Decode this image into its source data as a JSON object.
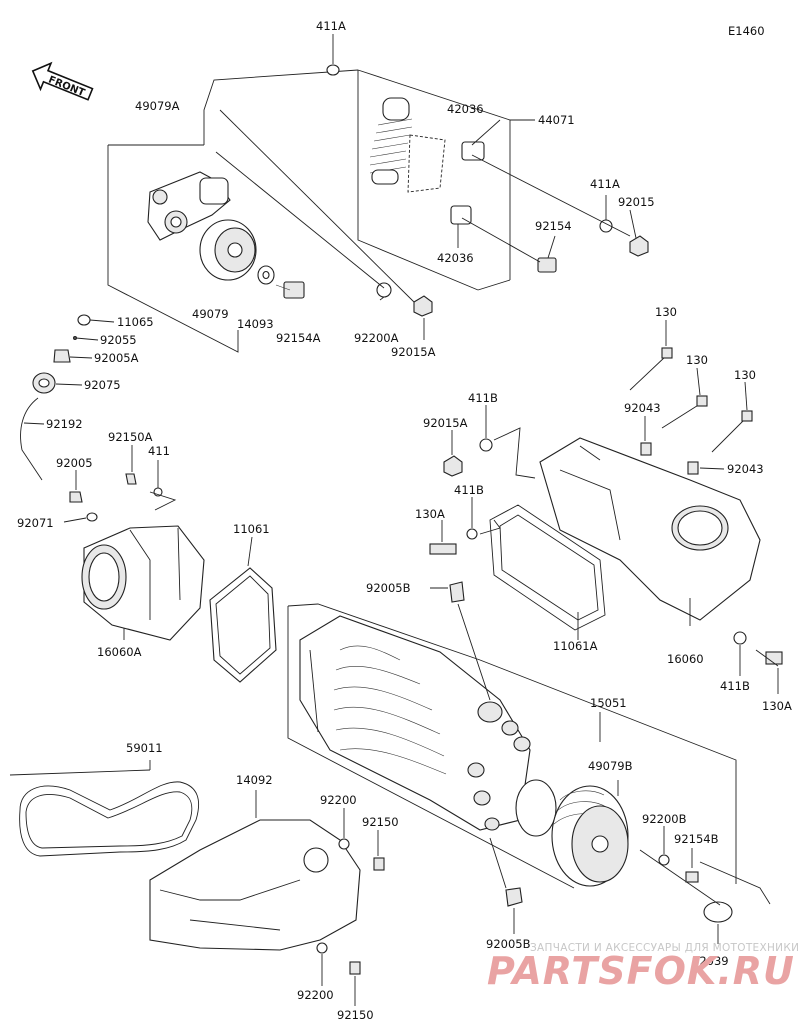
{
  "diagram_code": "E1460",
  "front_label": "FRONT",
  "watermark": {
    "tagline": "ЗАПЧАСТИ И АКСЕССУАРЫ ДЛЯ МОТОТЕХНИКИ",
    "brand": "PARTSFOK.RU"
  },
  "part_labels": [
    {
      "id": "p1",
      "text": "411A"
    },
    {
      "id": "p2",
      "text": "49079A"
    },
    {
      "id": "p3",
      "text": "42036"
    },
    {
      "id": "p4",
      "text": "44071"
    },
    {
      "id": "p5",
      "text": "411A"
    },
    {
      "id": "p6",
      "text": "92015"
    },
    {
      "id": "p7",
      "text": "92154"
    },
    {
      "id": "p8",
      "text": "42036"
    },
    {
      "id": "p9",
      "text": "49079"
    },
    {
      "id": "p10",
      "text": "14093"
    },
    {
      "id": "p11",
      "text": "92154A"
    },
    {
      "id": "p12",
      "text": "92200A"
    },
    {
      "id": "p13",
      "text": "92015A"
    },
    {
      "id": "p14",
      "text": "11065"
    },
    {
      "id": "p15",
      "text": "92055"
    },
    {
      "id": "p16",
      "text": "92005A"
    },
    {
      "id": "p17",
      "text": "92075"
    },
    {
      "id": "p18",
      "text": "92192"
    },
    {
      "id": "p19",
      "text": "92150A"
    },
    {
      "id": "p20",
      "text": "411"
    },
    {
      "id": "p21",
      "text": "92005"
    },
    {
      "id": "p22",
      "text": "92071"
    },
    {
      "id": "p23",
      "text": "11061"
    },
    {
      "id": "p24",
      "text": "16060A"
    },
    {
      "id": "p25",
      "text": "130"
    },
    {
      "id": "p26",
      "text": "130"
    },
    {
      "id": "p27",
      "text": "130"
    },
    {
      "id": "p28",
      "text": "92043"
    },
    {
      "id": "p29",
      "text": "92043"
    },
    {
      "id": "p30",
      "text": "92015A"
    },
    {
      "id": "p31",
      "text": "411B"
    },
    {
      "id": "p32",
      "text": "411B"
    },
    {
      "id": "p33",
      "text": "130A"
    },
    {
      "id": "p34",
      "text": "92005B"
    },
    {
      "id": "p35",
      "text": "11061A"
    },
    {
      "id": "p36",
      "text": "16060"
    },
    {
      "id": "p37",
      "text": "411B"
    },
    {
      "id": "p38",
      "text": "130A"
    },
    {
      "id": "p39",
      "text": "15051"
    },
    {
      "id": "p40",
      "text": "49079B"
    },
    {
      "id": "p41",
      "text": "92200B"
    },
    {
      "id": "p42",
      "text": "92154B"
    },
    {
      "id": "p43",
      "text": "59011"
    },
    {
      "id": "p44",
      "text": "14092"
    },
    {
      "id": "p45",
      "text": "92200"
    },
    {
      "id": "p46",
      "text": "92150"
    },
    {
      "id": "p47",
      "text": "92005B"
    },
    {
      "id": "p48",
      "text": "92039"
    },
    {
      "id": "p49",
      "text": "92200"
    },
    {
      "id": "p50",
      "text": "92150"
    }
  ]
}
